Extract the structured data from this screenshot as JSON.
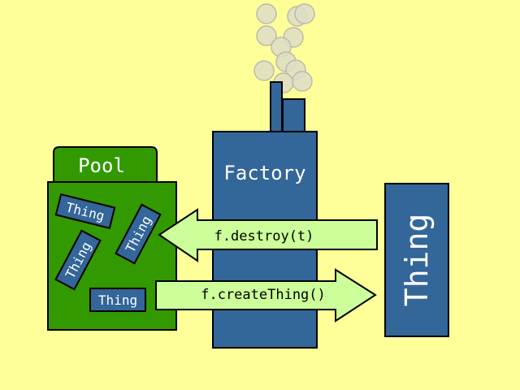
{
  "colors": {
    "background": "#FFFF99",
    "factory": "#336699",
    "pool": "#339900",
    "arrow": "#CCFF99",
    "smoke": "#CCCCCC",
    "outline": "#000000",
    "text_light": "#FFFFFF",
    "text_dark": "#000000"
  },
  "factory": {
    "label": "Factory"
  },
  "pool": {
    "label": "Pool",
    "items": [
      {
        "label": "Thing"
      },
      {
        "label": "Thing"
      },
      {
        "label": "Thing"
      },
      {
        "label": "Thing"
      }
    ]
  },
  "thing": {
    "label": "Thing"
  },
  "arrows": {
    "destroy": {
      "label": "f.destroy(t)"
    },
    "create": {
      "label": "f.createThing()"
    }
  }
}
